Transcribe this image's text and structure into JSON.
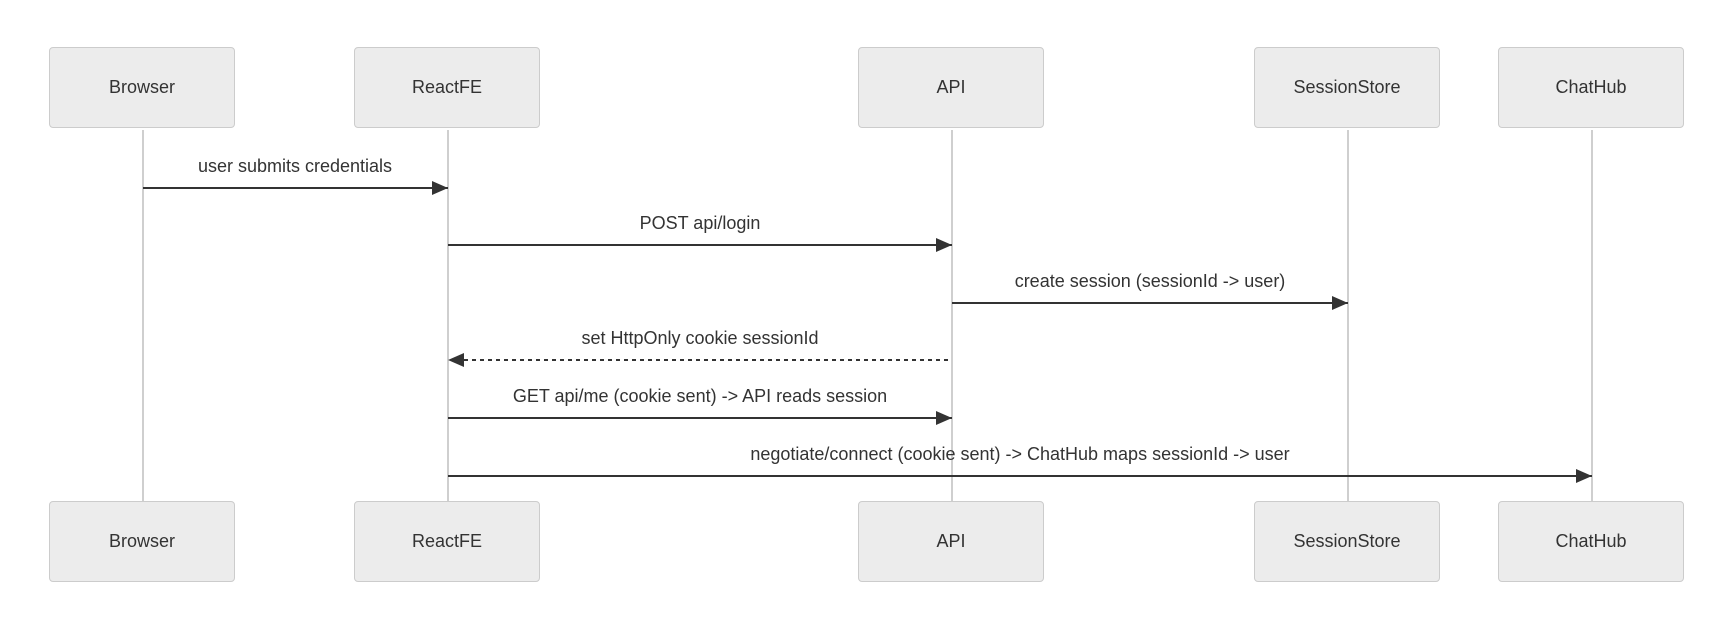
{
  "diagram": {
    "type": "sequence-diagram",
    "actors": [
      {
        "name": "Browser"
      },
      {
        "name": "ReactFE"
      },
      {
        "name": "API"
      },
      {
        "name": "SessionStore"
      },
      {
        "name": "ChatHub"
      }
    ],
    "messages": [
      {
        "from": "Browser",
        "to": "ReactFE",
        "label": "user submits credentials",
        "style": "solid"
      },
      {
        "from": "ReactFE",
        "to": "API",
        "label": "POST api/login",
        "style": "solid"
      },
      {
        "from": "API",
        "to": "SessionStore",
        "label": "create session (sessionId -> user)",
        "style": "solid"
      },
      {
        "from": "API",
        "to": "ReactFE",
        "label": "set HttpOnly cookie sessionId",
        "style": "dashed"
      },
      {
        "from": "ReactFE",
        "to": "API",
        "label": "GET api/me (cookie sent) -> API reads session",
        "style": "solid"
      },
      {
        "from": "ReactFE",
        "to": "ChatHub",
        "label": "negotiate/connect (cookie sent) -> ChatHub maps sessionId -> user",
        "style": "solid"
      }
    ],
    "colors": {
      "actor_fill": "#ececec",
      "actor_border": "#cccccc",
      "lifeline": "#cfcfcf",
      "arrow": "#333333",
      "text": "#333333",
      "background": "#ffffff"
    }
  }
}
